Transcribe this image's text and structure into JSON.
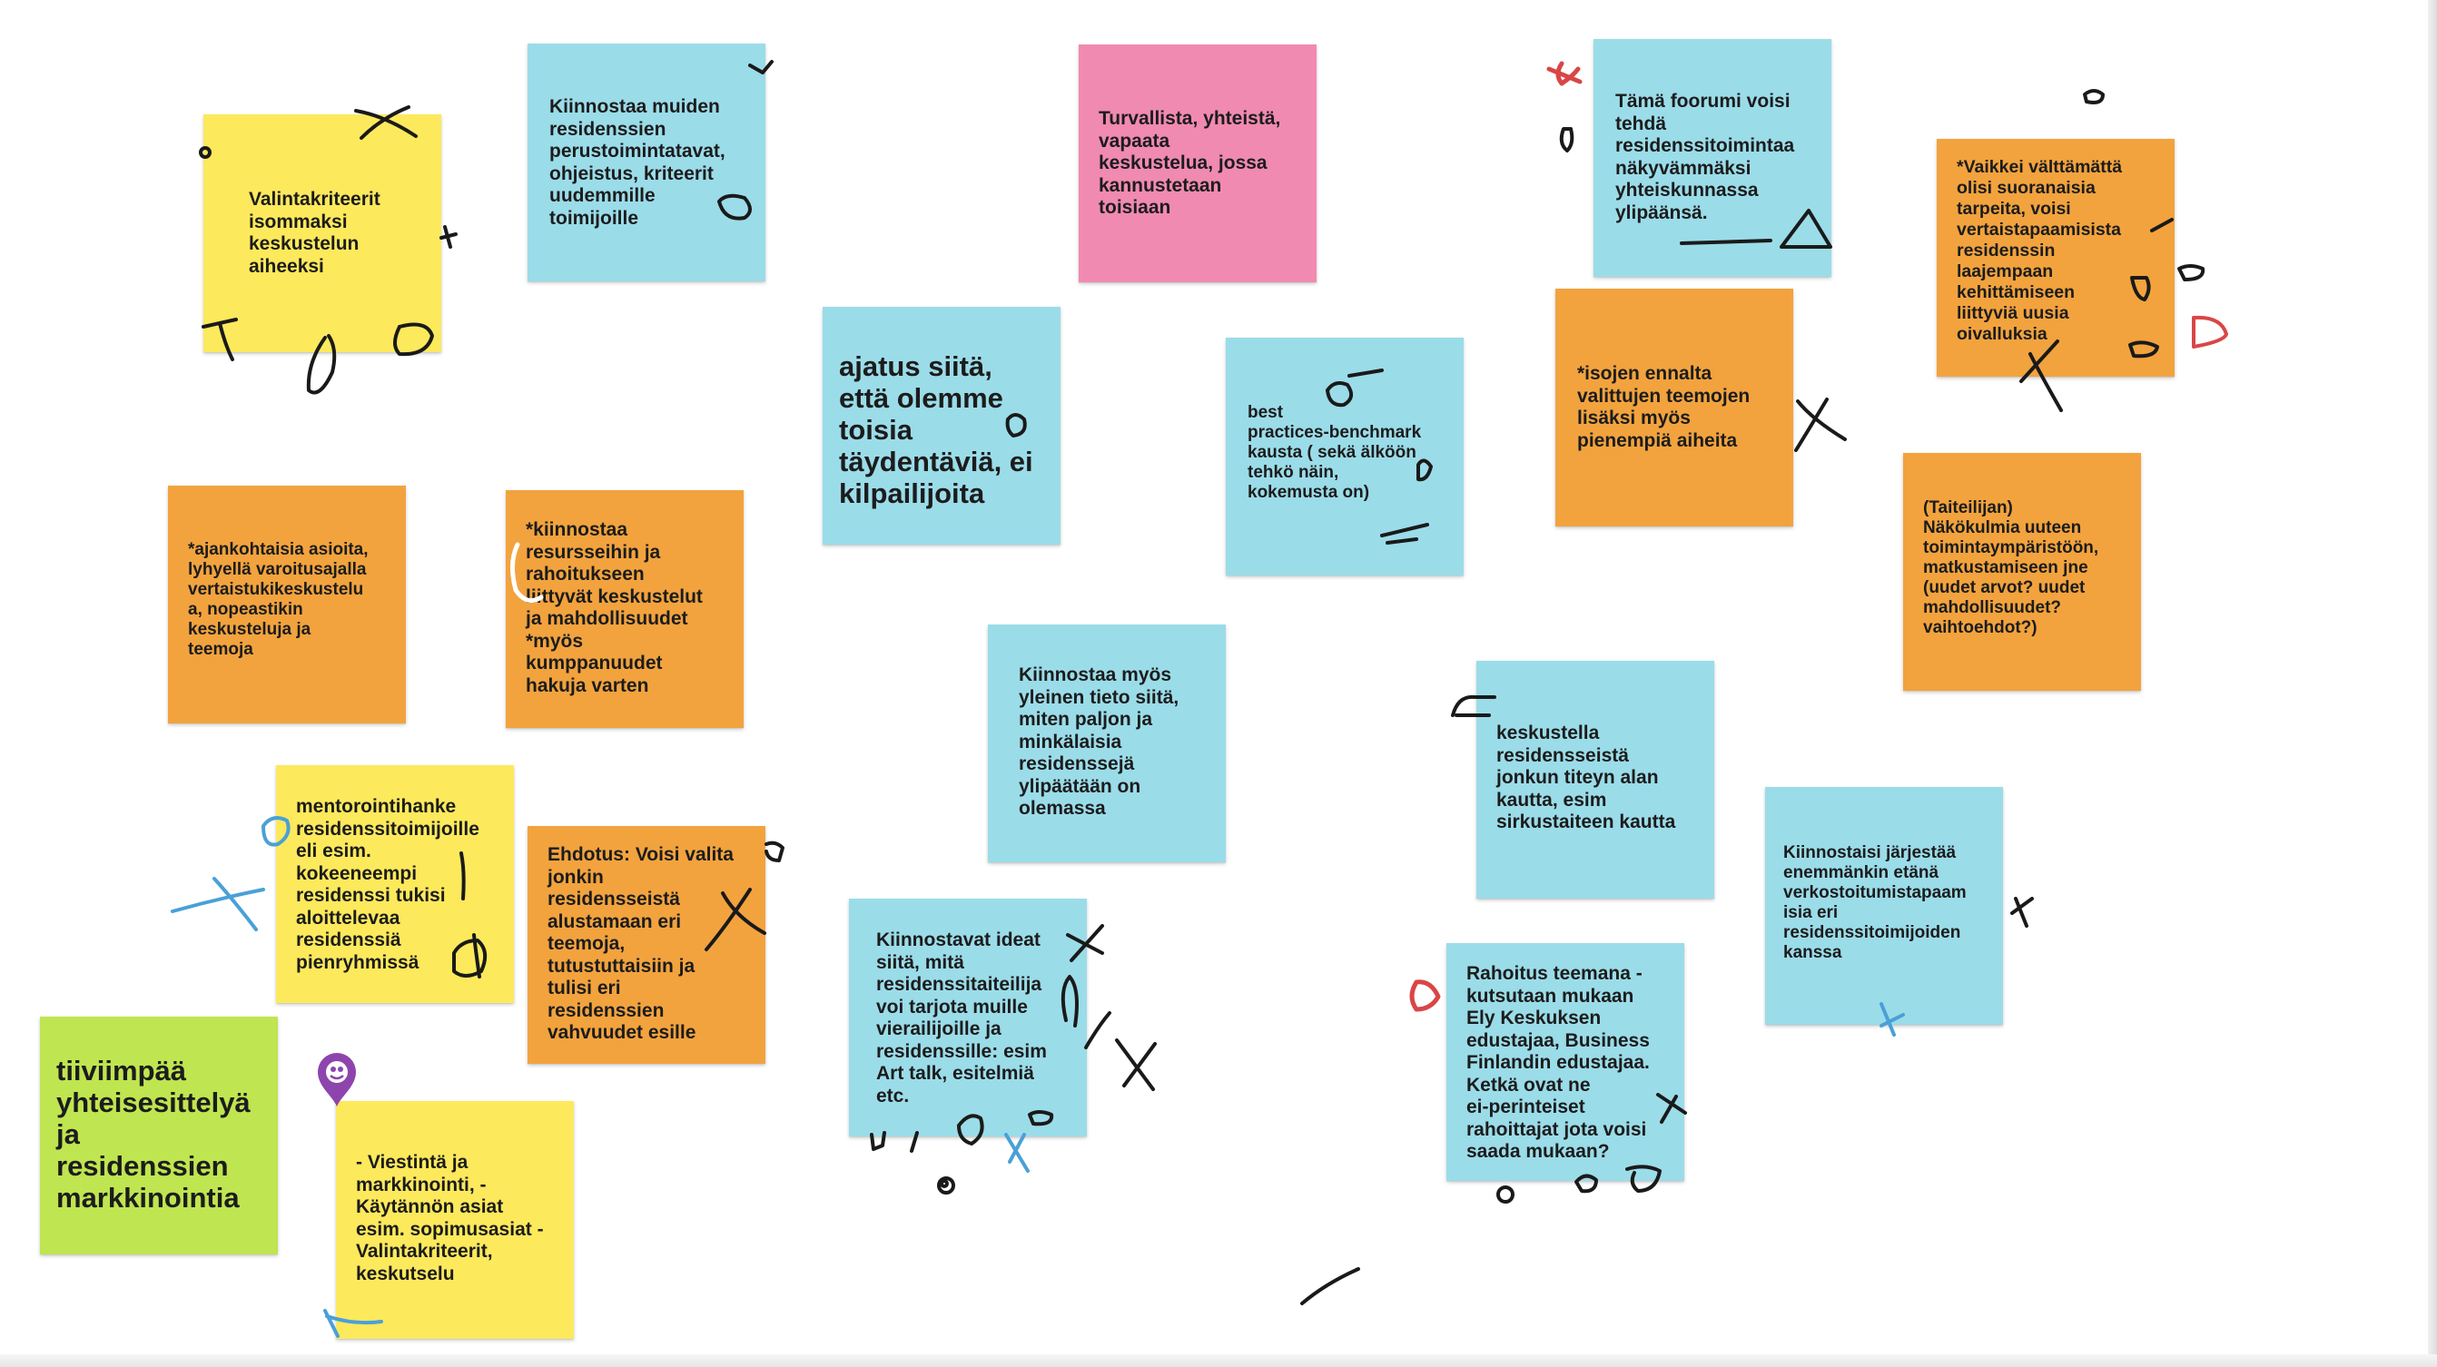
{
  "colors": {
    "yellow": "#fde95c",
    "blue": "#9bdce9",
    "pink": "#f08ab0",
    "orange": "#f2a33e",
    "green": "#bfe550",
    "ink_black": "#1a1a1a",
    "ink_blue": "#4aa0d8",
    "ink_red": "#d94646",
    "marker_purple": "#8e44ad",
    "dot_green": "#6aa84f"
  },
  "notes": [
    {
      "id": "valintakriteerit",
      "color": "yellow",
      "text": "Valintakriteerit\nisommaksi\nkeskustelun\naiheeksi"
    },
    {
      "id": "muiden-residenssien",
      "color": "blue",
      "text": "Kiinnostaa muiden\nresidenssien\nperustoimintatavat,\nohjeistus, kriteerit\nuudemmille\ntoimijoille"
    },
    {
      "id": "turvallista",
      "color": "pink",
      "text": "Turvallista, yhteistä,\nvapaata\nkeskustelua, jossa\nkannustetaan\ntoisiaan"
    },
    {
      "id": "foorumi",
      "color": "blue",
      "text": "Tämä foorumi voisi\ntehdä\nresidenssitoimintaa\nnäkyvämmäksi\nyhteiskunnassa\nylipäänsä."
    },
    {
      "id": "vertaistapaamiset",
      "color": "orange",
      "text": "*Vaikkei välttämättä\nolisi suoranaisia\ntarpeita, voisi\nvertaistapaamisista\nresidenssin\nlaajempaan\nkehittämiseen\nliittyviä uusia\noivalluksia"
    },
    {
      "id": "taydentavia",
      "color": "blue",
      "text": "ajatus siitä,\nettä olemme\ntoisia\ntäydentäviä, ei\nkilpailijoita"
    },
    {
      "id": "best-practices",
      "color": "blue",
      "text": "best\npractices-benchmark\nkausta ( sekä älköön\ntehkö näin,\nkokemusta on)"
    },
    {
      "id": "isojen-teemojen",
      "color": "orange",
      "text": "*isojen ennalta\nvalittujen teemojen\nlisäksi myös\npienempiä aiheita"
    },
    {
      "id": "taiteilijan",
      "color": "orange",
      "text": "(Taiteilijan)\nNäkökulmia uuteen\ntoimintaympäristöön,\nmatkustamiseen jne\n(uudet arvot? uudet\nmahdollisuudet?\nvaihtoehdot?)"
    },
    {
      "id": "ajankohtaisia",
      "color": "orange",
      "text": "*ajankohtaisia asioita,\nlyhyellä varoitusajalla\nvertaistukikeskustelu\na, nopeastikin\nkeskusteluja ja\nteemoja"
    },
    {
      "id": "resursseihin",
      "color": "orange",
      "text": "*kiinnostaa\nresursseihin ja\nrahoitukseen\nliittyvät keskustelut\nja mahdollisuudet\n*myös\nkumppanuudet\nhakuja varten"
    },
    {
      "id": "yleinen-tieto",
      "color": "blue",
      "text": "Kiinnostaa myös\nyleinen tieto siitä,\nmiten paljon ja\nminkälaisia\nresidenssejä\nylipäätään on\nolemassa"
    },
    {
      "id": "titeyn-alan",
      "color": "blue",
      "text": "keskustella\nresidensseistä\njonkun titeyn alan\nkautta, esim\nsirkustaiteen kautta"
    },
    {
      "id": "verkostoitumistapaamisia",
      "color": "blue",
      "text": "Kiinnostaisi järjestää\nenemmänkin etänä\nverkostoitumistapaam\nisia eri\nresidenssitoimijoiden\nkanssa"
    },
    {
      "id": "mentorointihanke",
      "color": "yellow",
      "text": "mentorointihanke\nresidenssitoimijoille\neli esim.\nkokeeneempi\nresidenssi tukisi\naloittelevaa\nresidenssiä\npienryhmissä"
    },
    {
      "id": "ehdotus",
      "color": "orange",
      "text": "Ehdotus: Voisi valita\njonkin\nresidensseistä\nalustamaan eri\nteemoja,\ntutustuttaisiin ja\ntulisi eri\nresidenssien\nvahvuudet esille"
    },
    {
      "id": "ideat",
      "color": "blue",
      "text": "Kiinnostavat ideat\nsiitä, mitä\nresidenssitaiteilija\nvoi tarjota muille\nvierailijoille ja\nresidenssille: esim\nArt talk, esitelmiä\netc."
    },
    {
      "id": "rahoitus",
      "color": "blue",
      "text": "Rahoitus teemana -\nkutsutaan mukaan\nEly Keskuksen\nedustajaa, Business\nFinlandin edustajaa.\nKetkä ovat ne\nei-perinteiset\nrahoittajat jota voisi\nsaada mukaan?"
    },
    {
      "id": "yhteisesittely",
      "color": "green",
      "text": "tiiviimpää\nyhteisesittelyä\nja\nresidenssien\nmarkkinointia"
    },
    {
      "id": "viestinta",
      "color": "yellow",
      "text": "- Viestintä ja\nmarkkinointi, -\nKäytännön asiat\nesim. sopimusasiat -\nValintakriteerit,\nkeskutselu"
    }
  ],
  "annotations": {
    "location_marker": "location-pin-icon",
    "ink": "freehand-drawing"
  }
}
